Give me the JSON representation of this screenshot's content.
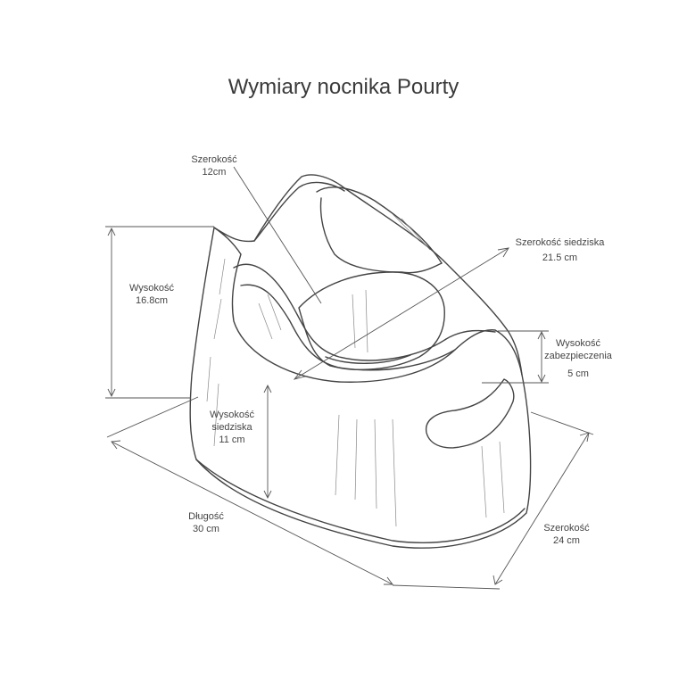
{
  "title": "Wymiary nocnika Pourty",
  "dimensions": {
    "top_width": {
      "label": "Szerokość",
      "value": "12cm"
    },
    "seat_width": {
      "label": "Szerokość siedziska",
      "value": "21.5 cm"
    },
    "height": {
      "label": "Wysokość",
      "value": "16.8cm"
    },
    "guard_height": {
      "label_line1": "Wysokość",
      "label_line2": "zabezpieczenia",
      "value": "5 cm"
    },
    "seat_height": {
      "label_line1": "Wysokość",
      "label_line2": "siedziska",
      "value": "11 cm"
    },
    "length": {
      "label": "Długość",
      "value": "30 cm"
    },
    "width": {
      "label": "Szerokość",
      "value": "24 cm"
    }
  },
  "colors": {
    "line": "#444444",
    "dimension": "#555555",
    "background": "#ffffff"
  }
}
